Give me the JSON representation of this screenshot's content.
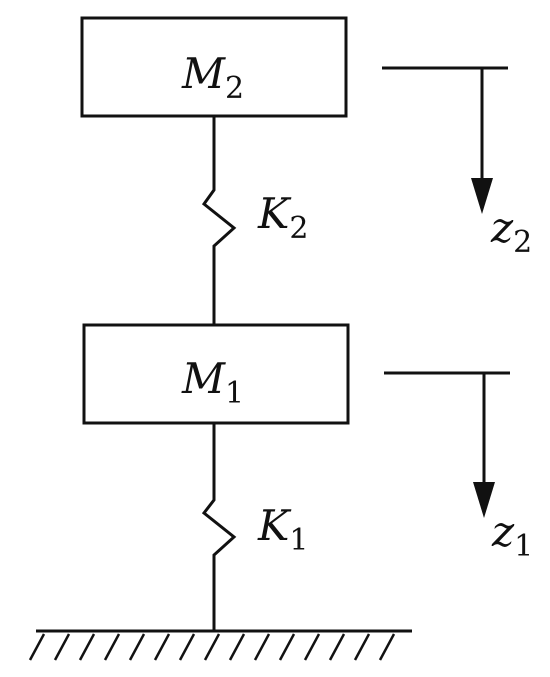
{
  "masses": [
    {
      "symbol": "M",
      "sub": "2"
    },
    {
      "symbol": "M",
      "sub": "1"
    }
  ],
  "springs": [
    {
      "symbol": "K",
      "sub": "2"
    },
    {
      "symbol": "K",
      "sub": "1"
    }
  ],
  "displacements": [
    {
      "symbol": "z",
      "sub": "2"
    },
    {
      "symbol": "z",
      "sub": "1"
    }
  ],
  "colors": {
    "line": "#111111",
    "background": "#ffffff"
  }
}
